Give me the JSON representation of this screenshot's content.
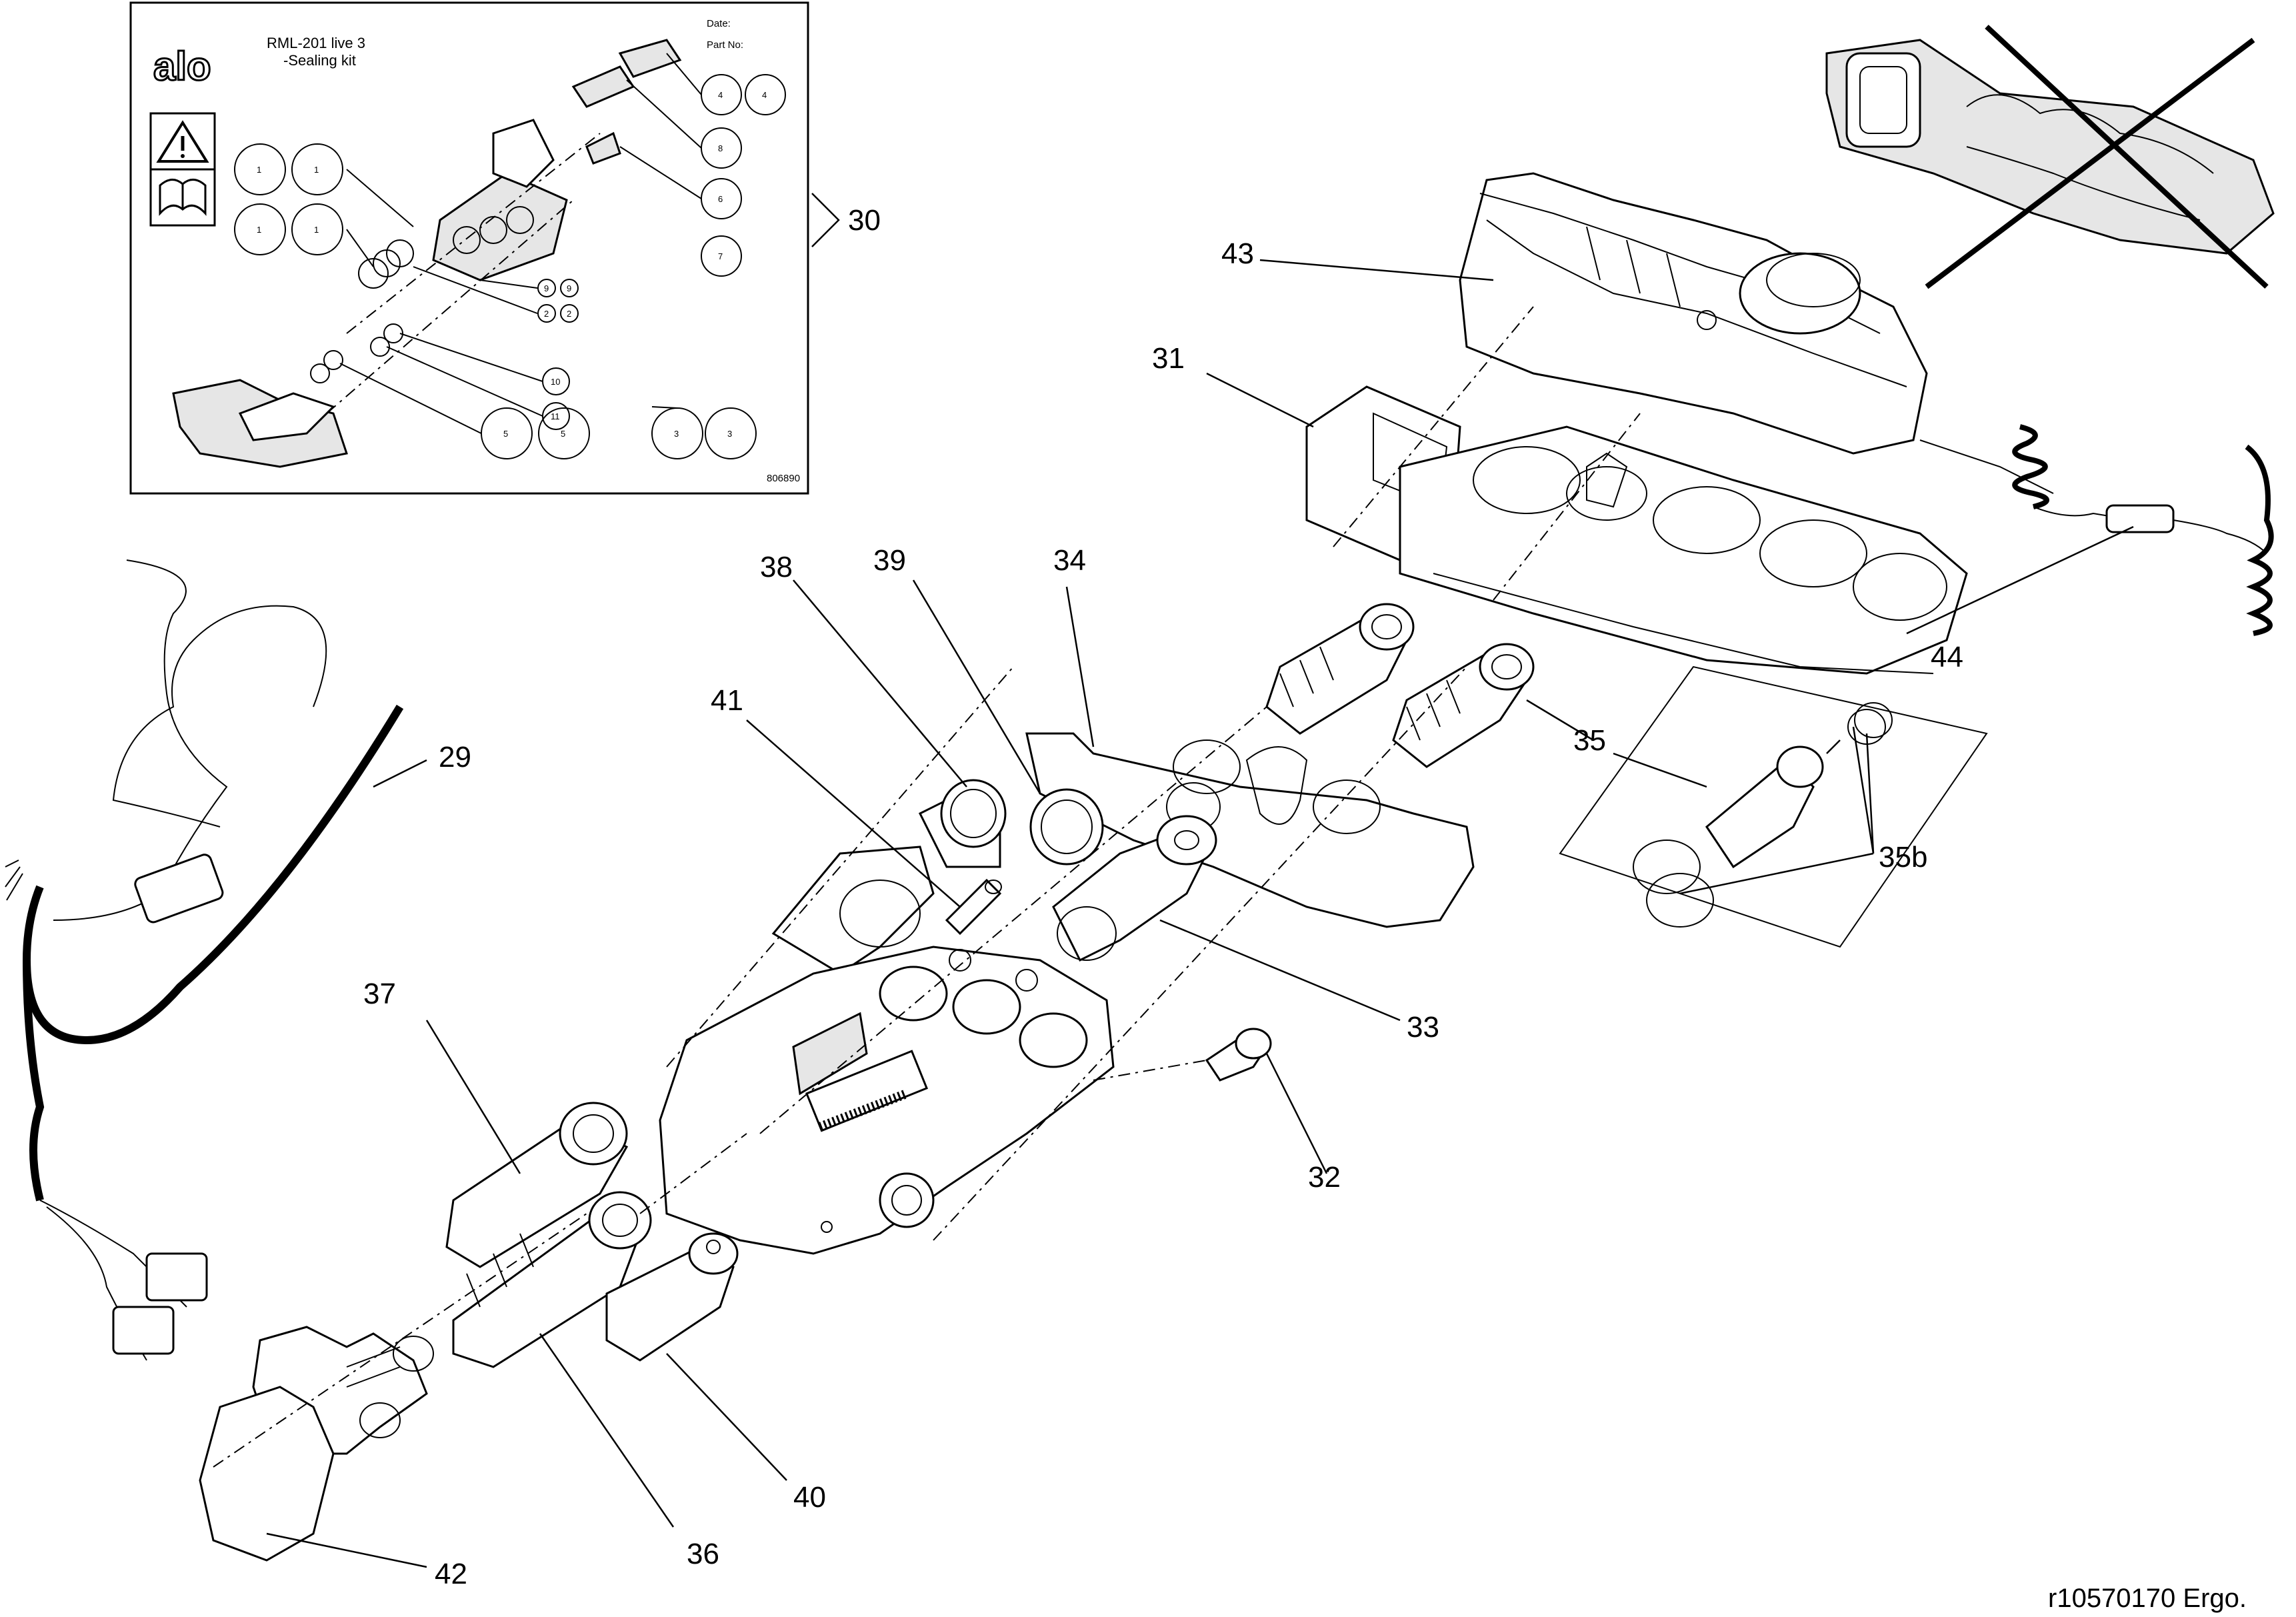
{
  "inset": {
    "title_line1": "RML-201 live 3",
    "title_line2": "-Sealing kit",
    "date_label": "Date:",
    "partno_label": "Part No:",
    "code": "806890",
    "bubbles": [
      "1",
      "1",
      "1",
      "1",
      "4",
      "4",
      "8",
      "6",
      "7",
      "9",
      "9",
      "2",
      "2",
      "10",
      "11",
      "5",
      "5",
      "3",
      "3"
    ]
  },
  "callouts": {
    "c29": "29",
    "c30": "30",
    "c31": "31",
    "c32": "32",
    "c33": "33",
    "c34": "34",
    "c35": "35",
    "c35b": "35b",
    "c36": "36",
    "c37": "37",
    "c38": "38",
    "c39": "39",
    "c40": "40",
    "c41": "41",
    "c42": "42",
    "c43": "43",
    "c44": "44"
  },
  "reference": "r10570170 Ergo.",
  "icons": [
    "warning-icon",
    "manual-book-icon",
    "alo-logo"
  ]
}
